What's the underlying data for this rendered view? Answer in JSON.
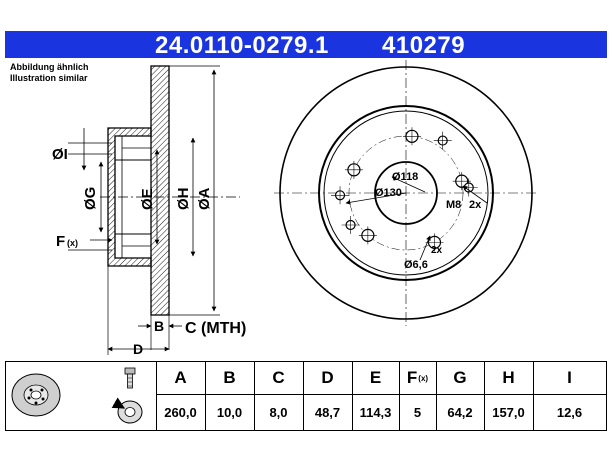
{
  "header": {
    "part_number": "24.0110-0279.1",
    "code": "410279"
  },
  "note": {
    "line1": "Abbildung ähnlich",
    "line2": "Illustration similar"
  },
  "section_labels": {
    "dia_i": "ØI",
    "dia_g": "ØG",
    "dia_e": "ØE",
    "dia_h": "ØH",
    "dia_a": "ØA",
    "f": "F",
    "f_sub": "(x)",
    "b": "B",
    "c": "C (MTH)",
    "d": "D"
  },
  "front_labels": {
    "d118": "Ø118",
    "d130": "Ø130",
    "m8": "M8",
    "m8_count": "2x",
    "hole_count": "2x",
    "d66": "Ø6,6"
  },
  "table": {
    "headers": [
      "A",
      "B",
      "C",
      "D",
      "E",
      "F",
      "G",
      "H",
      "I"
    ],
    "header_f_sub": "(x)",
    "values": [
      "260,0",
      "10,0",
      "8,0",
      "48,7",
      "114,3",
      "5",
      "64,2",
      "157,0",
      "12,6"
    ]
  }
}
